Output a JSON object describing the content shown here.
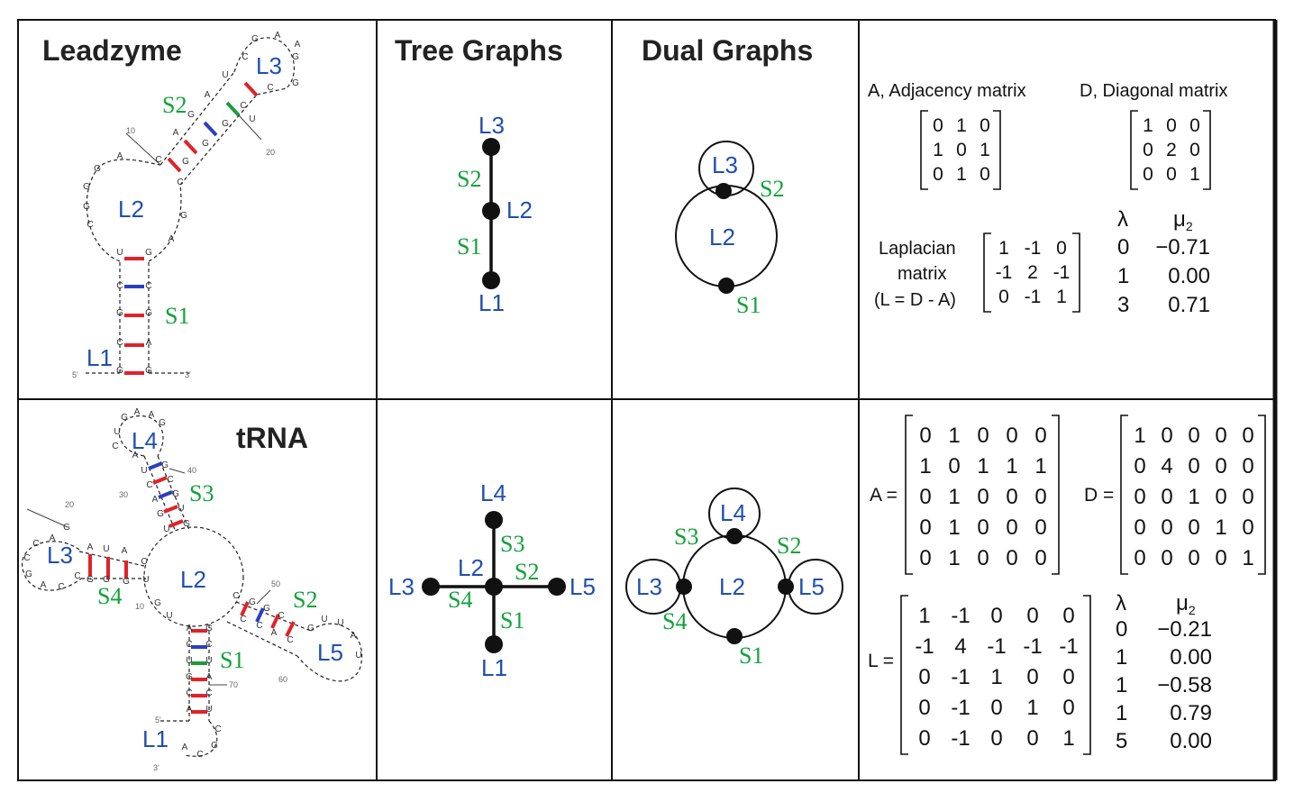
{
  "panels": {
    "leadzyme_title": "Leadzyme",
    "trna_title": "tRNA",
    "tree_title": "Tree Graphs",
    "dual_title": "Dual Graphs"
  },
  "leadzyme": {
    "loops": [
      "L1",
      "L2",
      "L3"
    ],
    "stems": [
      "S1",
      "S2"
    ],
    "positions": [
      "10",
      "20"
    ],
    "ends": [
      "5'",
      "3'"
    ],
    "nucleotides": [
      "G",
      "A",
      "A",
      "G",
      "C",
      "G",
      "U",
      "C",
      "A",
      "C",
      "G",
      "G",
      "A",
      "G",
      "C",
      "G",
      "A",
      "G",
      "G",
      "G",
      "C",
      "C",
      "G",
      "A",
      "U",
      "G",
      "C",
      "C",
      "G",
      "G",
      "C",
      "A",
      "G",
      "G",
      "U"
    ]
  },
  "trna": {
    "loops": [
      "L1",
      "L2",
      "L3",
      "L4",
      "L5"
    ],
    "stems": [
      "S1",
      "S2",
      "S3",
      "S4"
    ],
    "positions": [
      "20",
      "30",
      "40",
      "10",
      "50",
      "60",
      "70"
    ],
    "ends": [
      "5'",
      "3'"
    ],
    "nucleotides": [
      "G",
      "A",
      "A",
      "G",
      "U",
      "C",
      "A",
      "U",
      "G",
      "C",
      "C",
      "A",
      "G",
      "G",
      "U",
      "U",
      "G",
      "G",
      "A",
      "C",
      "C",
      "G",
      "A",
      "C",
      "C",
      "A",
      "U",
      "G",
      "G",
      "A",
      "G",
      "C",
      "U",
      "G",
      "U",
      "A",
      "G",
      "C",
      "C",
      "U",
      "U",
      "G",
      "A",
      "C",
      "C",
      "A",
      "U",
      "A",
      "C",
      "G",
      "C",
      "C",
      "G",
      "G",
      "C",
      "C",
      "C",
      "A",
      "C",
      "G",
      "U",
      "U",
      "A",
      "U"
    ]
  },
  "tree1": {
    "nodes": [
      "L3",
      "L2",
      "L1"
    ],
    "edges": [
      "S2",
      "S1"
    ]
  },
  "dual1": {
    "loops": [
      "L3",
      "L2"
    ],
    "stems": [
      "S2",
      "S1"
    ]
  },
  "tree2": {
    "nodes": [
      "L4",
      "L3",
      "L2",
      "L5",
      "L1"
    ],
    "edges": [
      "S3",
      "S2",
      "S4",
      "S1"
    ]
  },
  "dual2": {
    "loops": [
      "L4",
      "L3",
      "L2",
      "L5"
    ],
    "stems": [
      "S3",
      "S2",
      "S4",
      "S1"
    ]
  },
  "matrices1": {
    "adjacency_label": "A, Adjacency matrix",
    "diagonal_label": "D, Diagonal matrix",
    "A": [
      [
        "0",
        "1",
        "0"
      ],
      [
        "1",
        "0",
        "1"
      ],
      [
        "0",
        "1",
        "0"
      ]
    ],
    "D": [
      [
        "1",
        "0",
        "0"
      ],
      [
        "0",
        "2",
        "0"
      ],
      [
        "0",
        "0",
        "1"
      ]
    ],
    "laplacian_label_1": "Laplacian",
    "laplacian_label_2": "matrix",
    "laplacian_label_3": "(L = D - A)",
    "L": [
      [
        "1",
        "-1",
        "0"
      ],
      [
        "-1",
        "2",
        "-1"
      ],
      [
        "0",
        "-1",
        "1"
      ]
    ],
    "lambda_header": "λ",
    "mu_header": "μ",
    "mu_sub": "2",
    "lambda": [
      "0",
      "1",
      "3"
    ],
    "mu2": [
      "−0.71",
      "0.00",
      "0.71"
    ]
  },
  "matrices2": {
    "A_label": "A =",
    "D_label": "D =",
    "L_label": "L =",
    "A": [
      [
        "0",
        "1",
        "0",
        "0",
        "0"
      ],
      [
        "1",
        "0",
        "1",
        "1",
        "1"
      ],
      [
        "0",
        "1",
        "0",
        "0",
        "0"
      ],
      [
        "0",
        "1",
        "0",
        "0",
        "0"
      ],
      [
        "0",
        "1",
        "0",
        "0",
        "0"
      ]
    ],
    "D": [
      [
        "1",
        "0",
        "0",
        "0",
        "0"
      ],
      [
        "0",
        "4",
        "0",
        "0",
        "0"
      ],
      [
        "0",
        "0",
        "1",
        "0",
        "0"
      ],
      [
        "0",
        "0",
        "0",
        "1",
        "0"
      ],
      [
        "0",
        "0",
        "0",
        "0",
        "1"
      ]
    ],
    "L": [
      [
        "1",
        "-1",
        "0",
        "0",
        "0"
      ],
      [
        "-1",
        "4",
        "-1",
        "-1",
        "-1"
      ],
      [
        "0",
        "-1",
        "1",
        "0",
        "0"
      ],
      [
        "0",
        "-1",
        "0",
        "1",
        "0"
      ],
      [
        "0",
        "-1",
        "0",
        "0",
        "1"
      ]
    ],
    "lambda_header": "λ",
    "mu_header": "μ",
    "mu_sub": "2",
    "lambda": [
      "0",
      "1",
      "1",
      "1",
      "5"
    ],
    "mu2": [
      "−0.21",
      "0.00",
      "−0.58",
      "0.79",
      "0.00"
    ]
  }
}
